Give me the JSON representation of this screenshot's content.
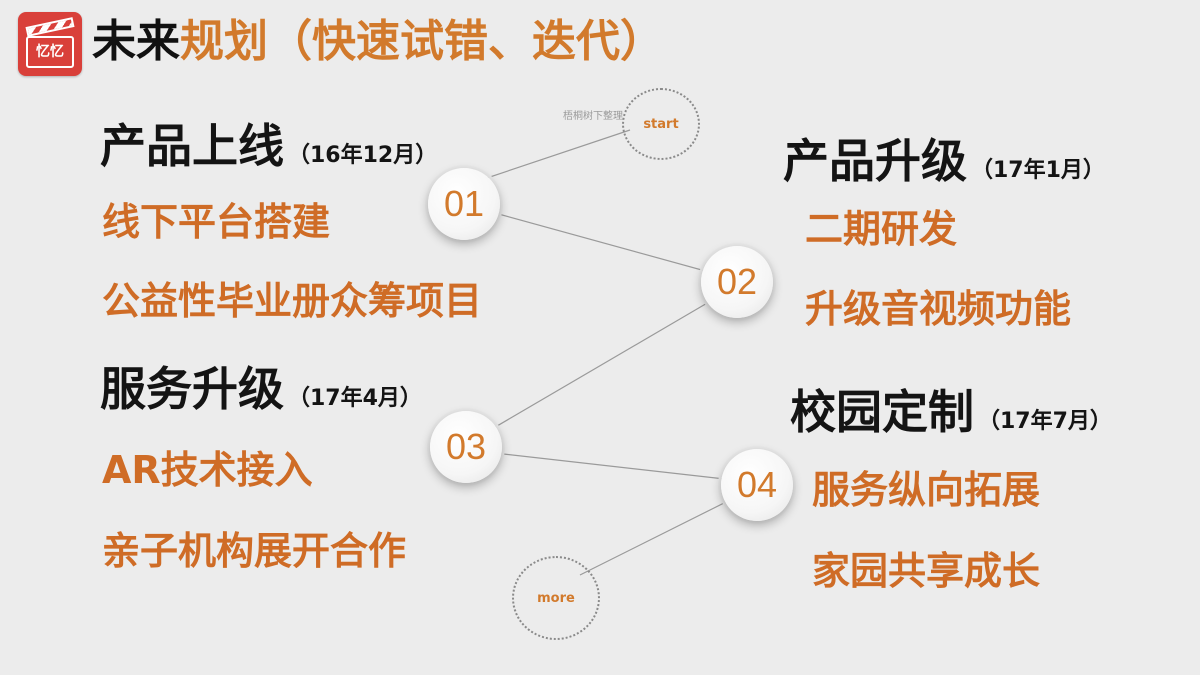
{
  "header": {
    "logo_text": "忆忆",
    "title_dark": "未来",
    "title_orange": "规划（快速试错、迭代）"
  },
  "start_label": "start",
  "more_label": "more",
  "watermark": "梧桐树下整理",
  "stages": [
    {
      "number": "01",
      "heading": "产品上线",
      "date": "（16年12月）",
      "items": [
        "线下平台搭建",
        "公益性毕业册众筹项目"
      ]
    },
    {
      "number": "02",
      "heading": "产品升级",
      "date": "（17年1月）",
      "items": [
        "二期研发",
        "升级音视频功能"
      ]
    },
    {
      "number": "03",
      "heading": "服务升级",
      "date": "（17年4月）",
      "items": [
        "AR技术接入",
        "亲子机构展开合作"
      ]
    },
    {
      "number": "04",
      "heading": "校园定制",
      "date": "（17年7月）",
      "items": [
        "服务纵向拓展",
        "家园共享成长"
      ]
    }
  ]
}
